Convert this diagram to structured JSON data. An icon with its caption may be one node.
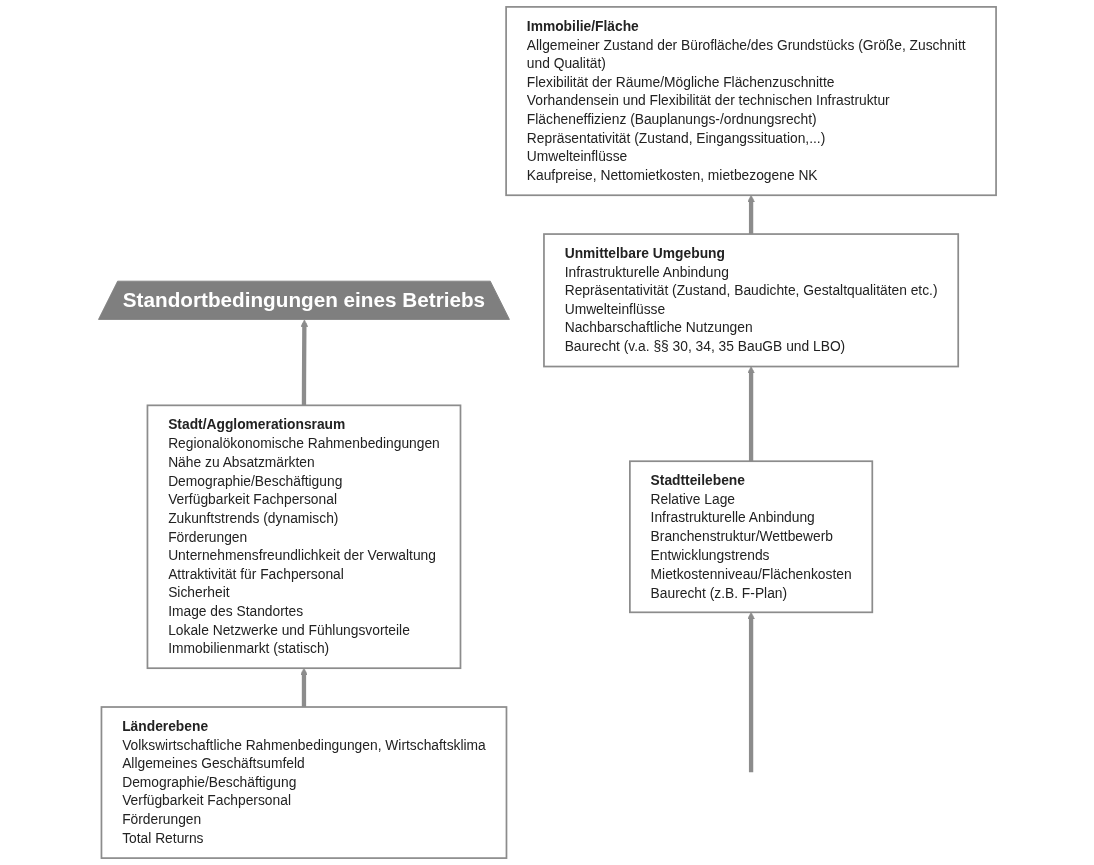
{
  "diagram": {
    "nodes": [
      {
        "text": [
          "Standortbedingungen eines Betriebs"
        ]
      },
      {
        "text": [
          "Immobilie/Fläche",
          "Allgemeiner Zustand der Bürofläche/des Grundstücks (Größe, Zuschnitt und Qualität)",
          "Flexibilität der Räume/Mögliche Flächenzuschnitte",
          "Vorhandensein und Flexibilität der technischen Infrastruktur",
          "Flächeneffizienz (Bauplanungs-/ordnungsrecht)",
          "Repräsentativität (Zustand, Eingangssituation,...)",
          "Umwelteinflüsse",
          "Kaufpreise, Nettomietkosten, mietbezogene NK"
        ]
      },
      {
        "text": [
          "Unmittelbare Umgebung",
          "Infrastrukturelle Anbindung",
          "Repräsentativität (Zustand, Baudichte, Gestaltqualitäten etc.)",
          "Umwelteinflüsse",
          "Nachbarschaftliche Nutzungen",
          "Baurecht (v.a. §§ 30, 34, 35 BauGB und LBO)"
        ]
      },
      {
        "text": [
          "Stadtteilebene",
          "Relative Lage",
          "Infrastrukturelle Anbindung",
          "Branchenstruktur/Wettbewerb",
          "Entwicklungstrends",
          "Mietkostenniveau/Flächenkosten",
          "Baurecht (z.B. F-Plan)"
        ]
      },
      {
        "text": [
          "Stadt/Agglomerationsraum",
          "Regionalökonomische Rahmenbedingungen",
          "Nähe zu Absatzmärkten",
          "Demographie/Beschäftigung",
          "Verfügbarkeit Fachpersonal",
          "Zukunftstrends (dynamisch)",
          "Förderungen",
          "Unternehmensfreundlichkeit der Verwaltung",
          "Attraktivität für Fachpersonal",
          "Sicherheit",
          "Image des Standortes",
          "Lokale Netzwerke und Fühlungsvorteile",
          "Immobilienmarkt (statisch)"
        ]
      },
      {
        "text": [
          "Länderebene",
          "Volkswirtschaftliche Rahmenbedingungen, Wirtschaftsklima",
          "Allgemeines Geschäftsumfeld",
          "Demographie/Beschäftigung",
          "Verfügbarkeit Fachpersonal",
          "Förderungen",
          "Total Returns"
        ]
      }
    ],
    "edges": [
      {
        "from": null,
        "to": 3,
        "arrow": "to"
      },
      {
        "from": 3,
        "to": 2,
        "arrow": "to"
      },
      {
        "from": 2,
        "to": 1,
        "arrow": "to"
      },
      {
        "from": 5,
        "to": 4,
        "arrow": "to"
      },
      {
        "from": 4,
        "to": 0,
        "arrow": "to"
      }
    ]
  }
}
